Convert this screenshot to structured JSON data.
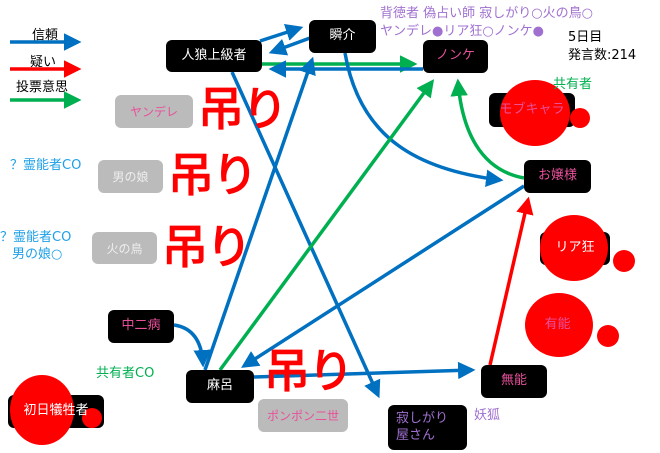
{
  "legend": {
    "trust": "信頼",
    "doubt": "疑い",
    "vote": "投票意思"
  },
  "colors": {
    "trust": "#0070c0",
    "doubt": "#ff0000",
    "vote": "#00b050",
    "blood": "#ff0000"
  },
  "info": {
    "roles_line1": "背徳者 偽占い師 寂しがり○火の鳥○",
    "roles_line2": "ヤンデレ●リア狂○ノンケ●",
    "day": "5日目",
    "posts": "発言数:214"
  },
  "nodes": {
    "werewolf_senior": "人狼上級者",
    "shunsuke": "瞬介",
    "nonke": "ノンケ",
    "mob": "モブキャラ",
    "ojousama": "お嬢様",
    "riakyo": "リア狂",
    "yunou": "有能",
    "munou": "無能",
    "sabishigari": "寂しがり\n屋さん",
    "maro": "麻呂",
    "chuni": "中二病",
    "first_victim": "初日犠牲者"
  },
  "hanged": {
    "yandere": "ヤンデレ",
    "otokonoko": "男の娘",
    "hinotori": "火の鳥",
    "pon": "ポンポン二世",
    "stamp": "吊り"
  },
  "notes": {
    "mob_note": "共有者",
    "medium1": "？霊能者CO",
    "medium2": "？霊能者CO",
    "otokonoko_note": "男の娘○",
    "chuni_note": "共有者CO",
    "fox": "妖狐"
  }
}
